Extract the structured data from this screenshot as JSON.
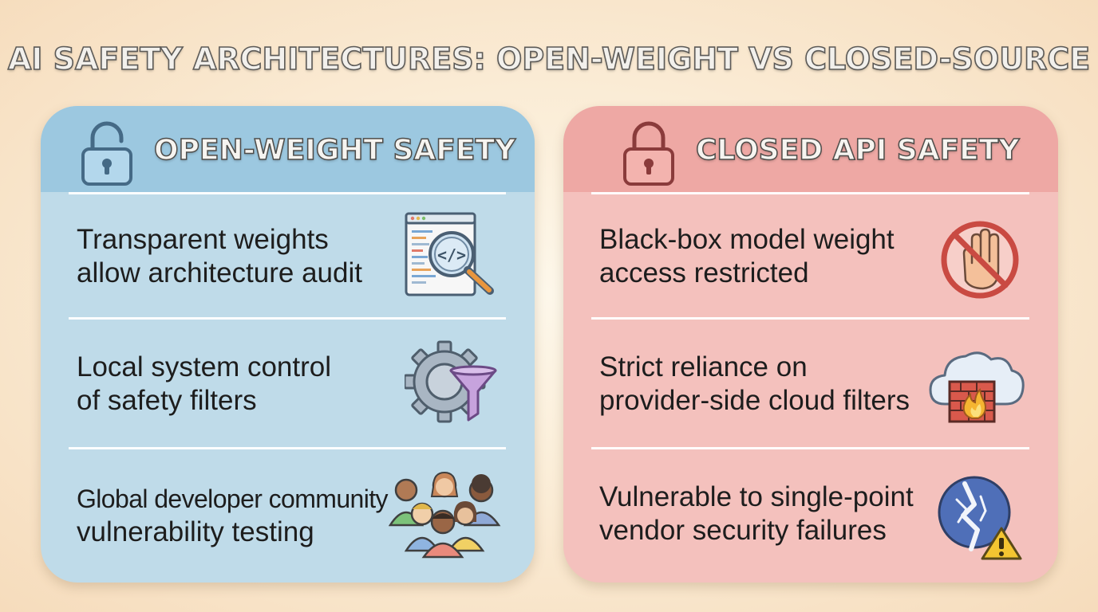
{
  "title": "AI SAFETY ARCHITECTURES: OPEN-WEIGHT VS CLOSED-SOURCE",
  "open_panel": {
    "title": "OPEN-WEIGHT SAFETY",
    "header_icon": "unlocked-padlock-icon",
    "rows": [
      {
        "lines": [
          "Transparent weights",
          "allow architecture audit"
        ],
        "icon": "code-magnifier-icon"
      },
      {
        "lines": [
          "Local system control",
          "of safety filters"
        ],
        "icon": "gear-funnel-icon"
      },
      {
        "lines": [
          "Global developer community",
          "vulnerability testing"
        ],
        "icon": "developer-group-icon"
      }
    ]
  },
  "closed_panel": {
    "title": "CLOSED API SAFETY",
    "header_icon": "locked-padlock-icon",
    "rows": [
      {
        "lines": [
          "Black-box model weight",
          "access restricted"
        ],
        "icon": "no-access-hand-icon"
      },
      {
        "lines": [
          "Strict reliance on",
          "provider-side cloud filters"
        ],
        "icon": "cloud-firewall-icon"
      },
      {
        "lines": [
          "Vulnerable to single-point",
          "vendor security failures"
        ],
        "icon": "broken-shield-warning-icon"
      }
    ]
  },
  "colors": {
    "open_header": "#9cc8e0",
    "open_body": "#bfdbe9",
    "closed_header": "#eea8a4",
    "closed_body": "#f4c1bd"
  }
}
